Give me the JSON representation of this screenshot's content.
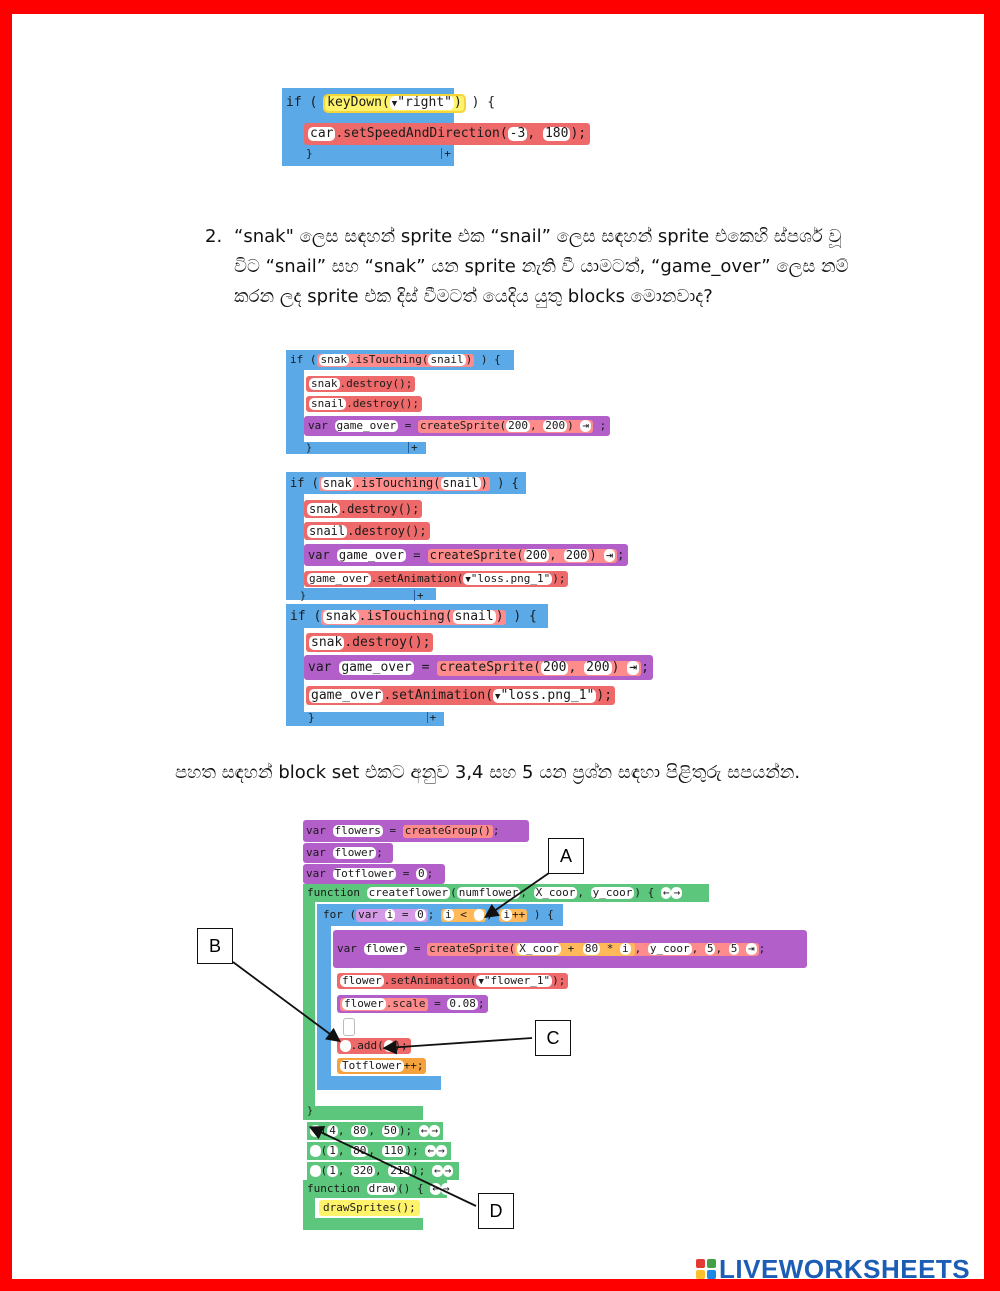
{
  "snippet_top": {
    "line1": {
      "kw": "if",
      "paren_open": "(",
      "fn": "keyDown(",
      "arg": "\"right\"",
      "close": ")",
      "tail": ") {"
    },
    "line2": {
      "obj": "car",
      "call": ".setSpeedAndDirection(",
      "a1": "-3",
      "sep": ",",
      "a2": "180",
      "end": ");"
    },
    "line3": {
      "brace": "}",
      "plus": "+"
    }
  },
  "question2": {
    "number": "2.",
    "text": "“snak\" ලෙස සඳහන් sprite එක “snail” ලෙස සඳහන් sprite එකෙහි ස්පර්ශ වූ විට “snail” සහ “snak” යන sprite නැති වී යාමටත්, “game_over” ලෙස නම් කරන ලද sprite එක දිස් වීමටත් යෙදිය යුතු blocks මොනවාද?"
  },
  "option_a": {
    "if_kw": "if (",
    "obj": "snak",
    "touch": ".isTouching(",
    "arg": "snail",
    "close": ")",
    "tail": ") {",
    "l2_obj": "snak",
    "l2_call": ".destroy();",
    "l3_obj": "snail",
    "l3_call": ".destroy();",
    "l4_var": "var",
    "l4_name": "game_over",
    "l4_eq": "=",
    "l4_fn": "createSprite(",
    "l4_a1": "200",
    "l4_sep": ",",
    "l4_a2": "200",
    "l4_end": ")",
    "l4_semi": ";",
    "brace": "}",
    "plus": "+"
  },
  "option_b": {
    "if_kw": "if (",
    "obj": "snak",
    "touch": ".isTouching(",
    "arg": "snail",
    "close": ")",
    "tail": ") {",
    "l2_obj": "snak",
    "l2_call": ".destroy();",
    "l3_obj": "snail",
    "l3_call": ".destroy();",
    "l4_var": "var",
    "l4_name": "game_over",
    "l4_eq": "=",
    "l4_fn": "createSprite(",
    "l4_a1": "200",
    "l4_sep": ",",
    "l4_a2": "200",
    "l4_end": ")",
    "l4_semi": ";",
    "l5_obj": "game_over",
    "l5_call": ".setAnimation(",
    "l5_arg": "\"loss.png_1\"",
    "l5_end": ");",
    "brace": "}",
    "plus": "+"
  },
  "option_c": {
    "if_kw": "if (",
    "obj": "snak",
    "touch": ".isTouching(",
    "arg": "snail",
    "close": ")",
    "tail": ") {",
    "l2_obj": "snak",
    "l2_call": ".destroy();",
    "l4_var": "var",
    "l4_name": "game_over",
    "l4_eq": "=",
    "l4_fn": "createSprite(",
    "l4_a1": "200",
    "l4_sep": ",",
    "l4_a2": "200",
    "l4_end": ")",
    "l4_semi": ";",
    "l5_obj": "game_over",
    "l5_call": ".setAnimation(",
    "l5_arg": "\"loss.png_1\"",
    "l5_end": ");",
    "brace": "}",
    "plus": "+"
  },
  "instruction": "පහත සඳහන් block set එකට අනුව 3,4 සහ 5 යන ප්‍රශ්න සඳහා පිළිතුරු සපයන්න.",
  "program": {
    "v1": {
      "kw": "var",
      "name": "flowers",
      "eq": "=",
      "fn": "createGroup()",
      "semi": ";"
    },
    "v2": {
      "kw": "var",
      "name": "flower",
      "semi": ";"
    },
    "v3": {
      "kw": "var",
      "name": "Totflower",
      "eq": "=",
      "val": "0",
      "semi": ";"
    },
    "fn_head": {
      "kw": "function",
      "name": "createflower",
      "open": "(",
      "p1": "numflower",
      "sep1": ",",
      "p2": "X_coor",
      "sep2": ",",
      "p3": "y_coor",
      "close": ") {"
    },
    "for_head": {
      "kw": "for (",
      "var": "var",
      "i": "i",
      "eq": "=",
      "zero": "0",
      "semi1": ";",
      "i2": "i",
      "lt": "<",
      "semi2": ";",
      "i3": "i",
      "inc": "++",
      "close": ") {"
    },
    "create": {
      "kw": "var",
      "name": "flower",
      "eq": "=",
      "fn": "createSprite(",
      "xc": "X_coor",
      "plus": "+",
      "n80": "80",
      "times": "*",
      "i": "i",
      "sep": ",",
      "yc": "y_coor",
      "sep2": ",",
      "a5": "5",
      "sep3": ",",
      "b5": "5",
      "semi": ";"
    },
    "anim": {
      "obj": "flower",
      "call": ".setAnimation(",
      "arg": "\"flower_1\"",
      "end": ");"
    },
    "scale": {
      "obj": "flower",
      "prop": ".scale",
      "eq": "=",
      "val": "0.08",
      "semi": ";"
    },
    "add": {
      "call": ".add(",
      "end": ");"
    },
    "tot": {
      "name": "Totflower",
      "inc": "++;"
    },
    "brace": "}",
    "c1": {
      "open": "(",
      "a": "4",
      "sep1": ",",
      "b": "80",
      "sep2": ",",
      "c": "50",
      "end": ");"
    },
    "c2": {
      "open": "(",
      "a": "1",
      "sep1": ",",
      "b": "80",
      "sep2": ",",
      "c": "110",
      "end": ");"
    },
    "c3": {
      "open": "(",
      "a": "1",
      "sep1": ",",
      "b": "320",
      "sep2": ",",
      "c": "210",
      "end": ");"
    },
    "draw_head": {
      "kw": "function",
      "name": "draw",
      "close": "() {"
    },
    "draw_body": {
      "call": "drawSprites();"
    }
  },
  "callouts": {
    "a": "A",
    "b": "B",
    "c": "C",
    "d": "D"
  },
  "watermark": "LIVEWORKSHEETS",
  "colors": {
    "frame": "#ff0000",
    "blue_block": "#5ba9e6",
    "red_block": "#ee6a6a",
    "purple_block": "#b25fc9",
    "green_block": "#5cc77c",
    "orange_block": "#f6a23c",
    "logo": "#1c5db5"
  }
}
